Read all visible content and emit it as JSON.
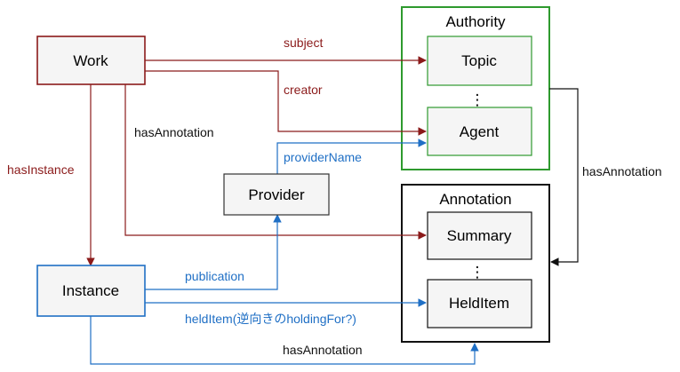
{
  "colors": {
    "work": "#8b1a1a",
    "instance": "#1f6fc5",
    "authority": "#2e9a2e",
    "annotation": "#111111",
    "box_fill": "#f5f5f5"
  },
  "nodes": {
    "work": "Work",
    "instance": "Instance",
    "provider": "Provider",
    "topic": "Topic",
    "agent": "Agent",
    "summary": "Summary",
    "helditem": "HeldItem"
  },
  "groups": {
    "authority": "Authority",
    "annotation": "Annotation"
  },
  "ellipsis": "⋮",
  "edges": {
    "subject": "subject",
    "creator": "creator",
    "work_hasannotation": "hasAnnotation",
    "hasinstance": "hasInstance",
    "providername": "providerName",
    "authority_hasannotation": "hasAnnotation",
    "publication": "publication",
    "helditem": "heldItem(逆向きのholdingFor?)",
    "instance_hasannotation": "hasAnnotation"
  }
}
